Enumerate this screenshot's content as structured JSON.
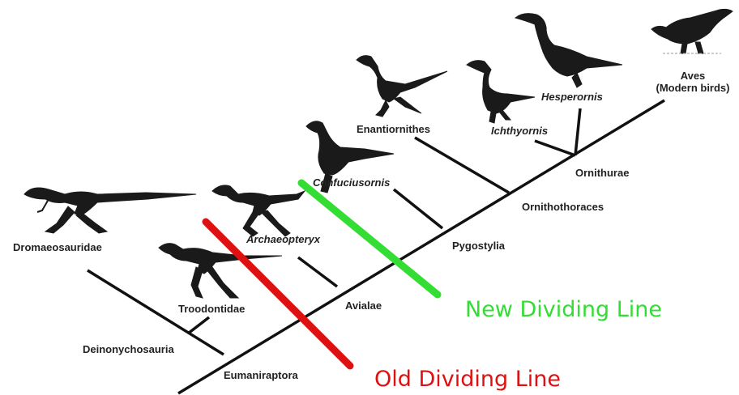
{
  "taxa": {
    "dromaeosauridae": "Dromaeosauridae",
    "troodontidae": "Troodontidae",
    "deinonychosauria": "Deinonychosauria",
    "eumaniraptora": "Eumaniraptora",
    "archaeopteryx": "Archaeopteryx",
    "avialae": "Avialae",
    "confuciusornis": "Confuciusornis",
    "pygostylia": "Pygostylia",
    "enantiornithes": "Enantiornithes",
    "ornithothoraces": "Ornithothoraces",
    "ichthyornis": "Ichthyornis",
    "hesperornis": "Hesperornis",
    "ornithurae": "Ornithurae",
    "aves_line1": "Aves",
    "aves_line2": "(Modern birds)"
  },
  "dividers": {
    "new_label": "New Dividing Line",
    "old_label": "Old Dividing Line",
    "new_color": "#33dd33",
    "old_color": "#dd1111"
  },
  "colors": {
    "branch": "#111111",
    "label_text": "#222222",
    "animal_fill": "#1a1a1a"
  }
}
